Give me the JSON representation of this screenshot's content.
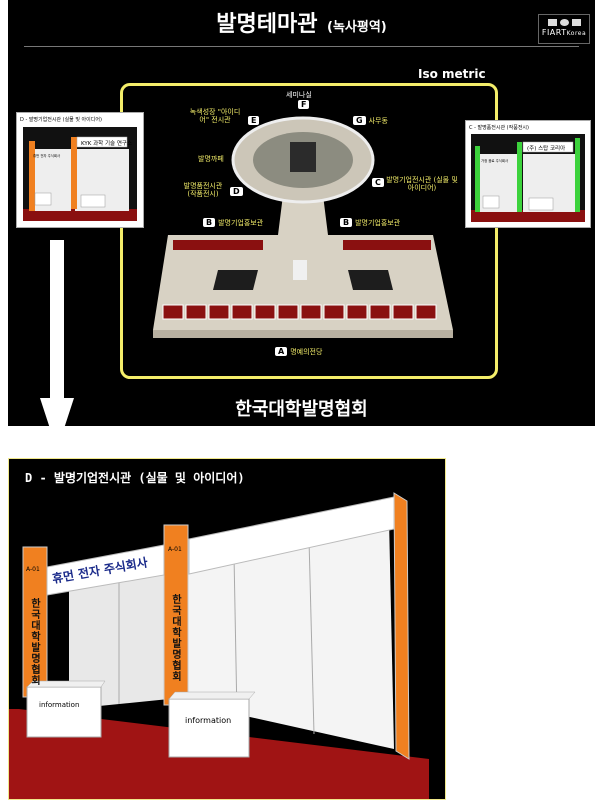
{
  "top": {
    "title": "발명테마관",
    "subtitle": "(녹사평역)",
    "logo_top": "FIART",
    "logo_sub": "Korea",
    "iso_label": "Iso metric",
    "bottom_title": "한국대학발명협회",
    "left_inset_caption": "D - 발명기업전시관 (실물 및 아이디어)",
    "left_inset_sign": "KYK 과학 기술 연구소",
    "left_inset_sign2": "휴먼 전자 주식회사",
    "right_inset_caption": "C - 발명품전시관 (작품전시)",
    "right_inset_sign": "(주) 스탑 코리아",
    "right_inset_sign2": "가정 음료 주식회사",
    "labels": {
      "f": "세미나실",
      "e": "녹색성장 \"아이디어\" 전시관",
      "g": "사무동",
      "cafe": "발명까페",
      "d": "발명품전시관 (작품전시)",
      "c": "발명기업전시관 (실물 및 아이디어)",
      "b_left": "발명기업홍보관",
      "b_right": "발명기업홍보관",
      "a": "명예의전당"
    },
    "badges": {
      "a": "A",
      "b": "B",
      "c": "C",
      "d": "D",
      "e": "E",
      "f": "F",
      "g": "G"
    }
  },
  "bottom": {
    "title": "D - 발명기업전시관 (실물 및 아이디어)",
    "booth_left_code": "A-01",
    "booth_right_code": "A-01",
    "company_sign": "휴먼 전자 주식회사",
    "vertical_text": "한국대학발명협회",
    "counter_left": "information",
    "counter_right": "information"
  },
  "colors": {
    "frame": "#f4ee6a",
    "orange": "#f08020",
    "carpet": "#a01414",
    "green": "#3cd23c"
  }
}
